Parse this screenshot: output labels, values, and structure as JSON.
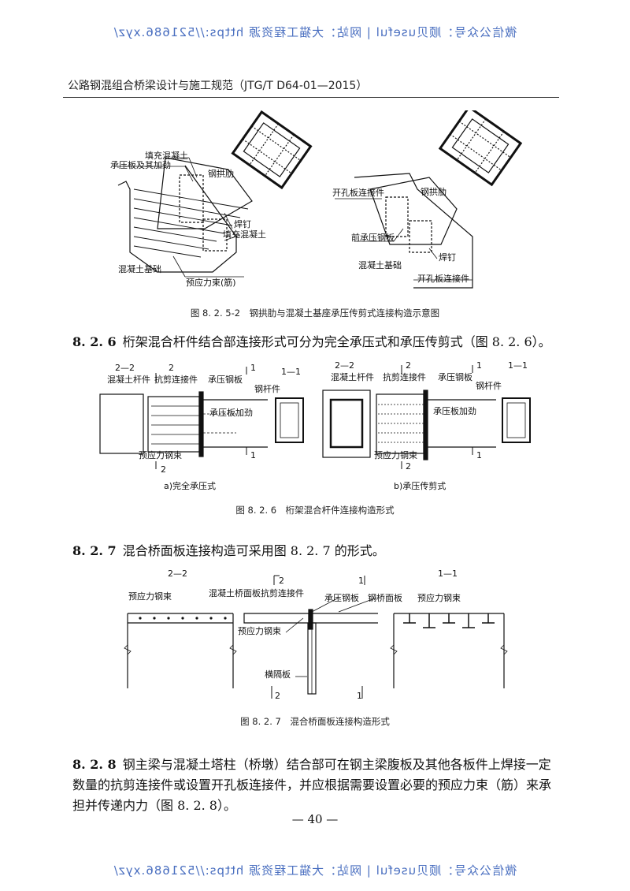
{
  "watermark": {
    "text": "微信公众号：顺贝useful | 网站：大猫工程资源 https://521686.xyz/"
  },
  "header": {
    "title": "公路钢混组合桥梁设计与施工规范（JTG/T D64-01—2015）"
  },
  "fig_8_2_5_2": {
    "left_labels": {
      "fill_concrete_top": "填充混凝土",
      "bearing_plate": "承压板及其加劲",
      "steel_arch_rib": "钢拱肋",
      "stud": "焊钉",
      "fill_concrete_bottom": "填充混凝土",
      "concrete_foundation": "混凝土基础",
      "prestress_tendon": "预应力束(筋)"
    },
    "right_labels": {
      "pbl_connector_top": "开孔板连接件",
      "steel_arch_rib": "钢拱肋",
      "front_bearing_plate": "前承压钢板",
      "concrete_foundation": "混凝土基础",
      "stud": "焊钉",
      "pbl_connector_bottom": "开孔板连接件"
    },
    "caption": "图 8. 2. 5-2　钢拱肋与混凝土基座承压传剪式连接构造示意图"
  },
  "section_8_2_6": {
    "number": "8. 2. 6",
    "text": "桁架混合杆件结合部连接形式可分为完全承压式和承压传剪式（图 8. 2. 6）。"
  },
  "fig_8_2_6": {
    "a": {
      "sec22": "2—2",
      "concrete_member": "混凝土杆件",
      "mark2": "2",
      "shear_connector": "抗剪连接件",
      "bearing_steel_plate": "承压钢板",
      "mark1": "1",
      "sec11": "1—1",
      "steel_member": "钢杆件",
      "bearing_stiffener": "承压板加劲",
      "prestress": "预应力钢束",
      "sublabel": "a)完全承压式"
    },
    "b": {
      "sec22": "2—2",
      "concrete_member": "混凝土杆件",
      "mark2": "2",
      "shear_connector": "抗剪连接件",
      "bearing_steel_plate": "承压钢板",
      "mark1": "1",
      "sec11": "1—1",
      "steel_member": "钢杆件",
      "bearing_stiffener": "承压板加劲",
      "prestress": "预应力钢束",
      "sublabel": "b)承压传剪式"
    },
    "caption": "图 8. 2. 6　桁架混合杆件连接构造形式"
  },
  "section_8_2_7": {
    "number": "8. 2. 7",
    "text": "混合桥面板连接构造可采用图 8. 2. 7 的形式。"
  },
  "fig_8_2_7": {
    "sec22": "2—2",
    "prestress_left": "预应力钢束",
    "mark2": "2",
    "deck_connector": "混凝土桥面板抗剪连接件",
    "mark1": "1",
    "bearing_steel_plate": "承压钢板",
    "steel_deck": "钢桥面板",
    "prestress_mid": "预应力钢束",
    "diaphragm": "横隔板",
    "sec11": "1—1",
    "prestress_right": "预应力钢束",
    "caption": "图 8. 2. 7　混合桥面板连接构造形式"
  },
  "section_8_2_8": {
    "number": "8. 2. 8",
    "text": "钢主梁与混凝土塔柱（桥墩）结合部可在钢主梁腹板及其他各板件上焊接一定数量的抗剪连接件或设置开孔板连接件，并应根据需要设置必要的预应力束（筋）来承担并传递内力（图 8. 2. 8）。"
  },
  "page_number": "— 40 —"
}
